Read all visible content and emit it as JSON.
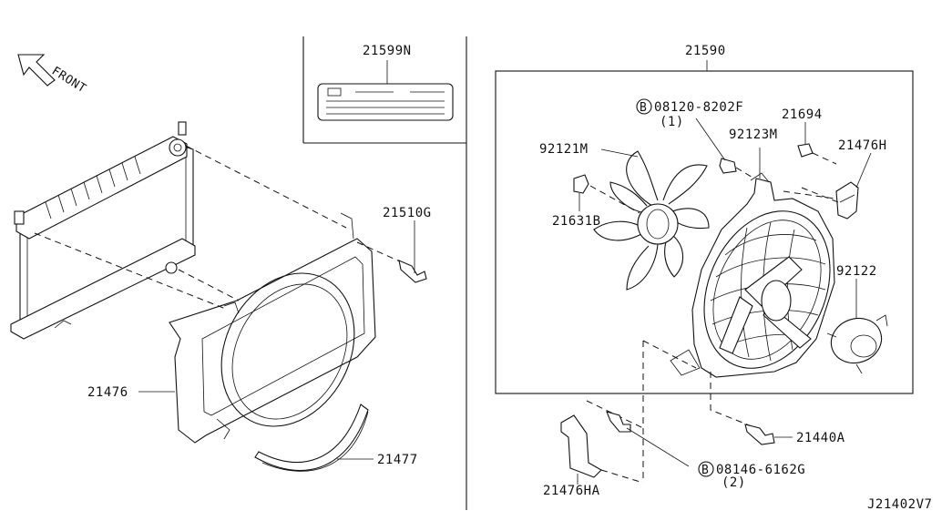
{
  "front_label": "FRONT",
  "diagram_code": "J21402V7",
  "parts": {
    "p21599N": "21599N",
    "p21590": "21590",
    "p21510G": "21510G",
    "p21476": "21476",
    "p21477": "21477",
    "p92121M": "92121M",
    "p21631B": "21631B",
    "p92123M": "92123M",
    "p21694": "21694",
    "p21476H": "21476H",
    "p92122": "92122",
    "p21440A": "21440A",
    "p21476HA": "21476HA"
  },
  "bolts": {
    "b1_marker": "B",
    "b1_code": "08120-8202F",
    "b1_qty": "(1)",
    "b2_marker": "B",
    "b2_code": "08146-6162G",
    "b2_qty": "(2)"
  }
}
